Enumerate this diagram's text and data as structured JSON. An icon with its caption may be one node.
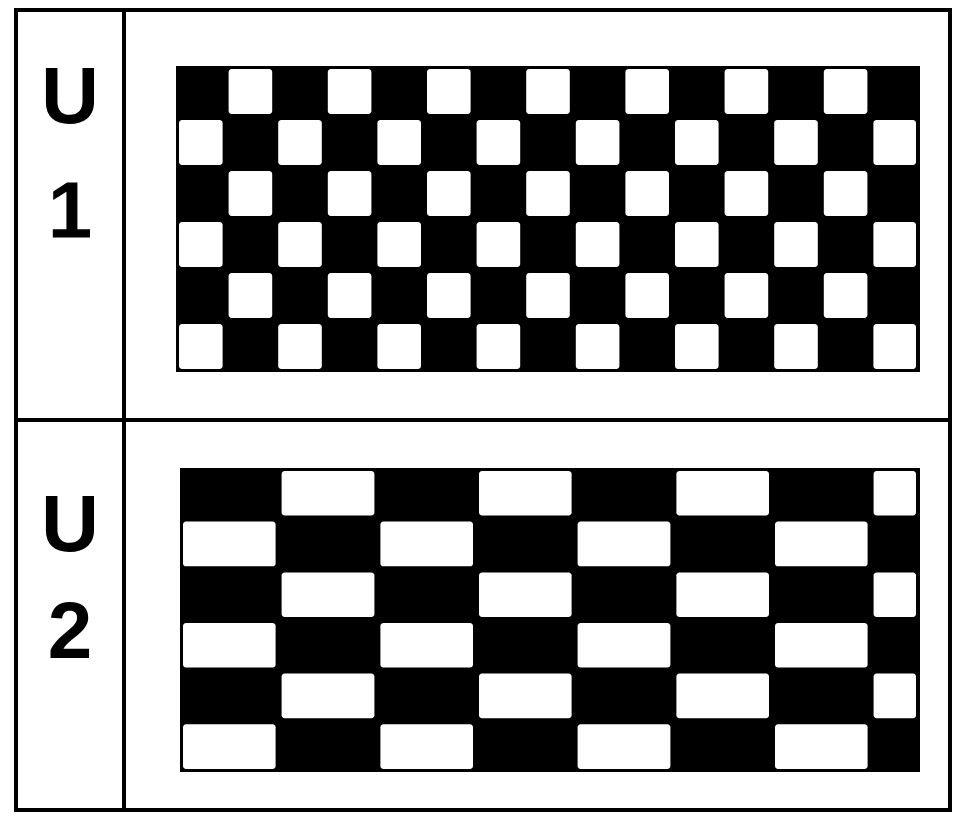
{
  "diagram": {
    "labels": [
      "U",
      "1",
      "U",
      "2"
    ]
  }
}
